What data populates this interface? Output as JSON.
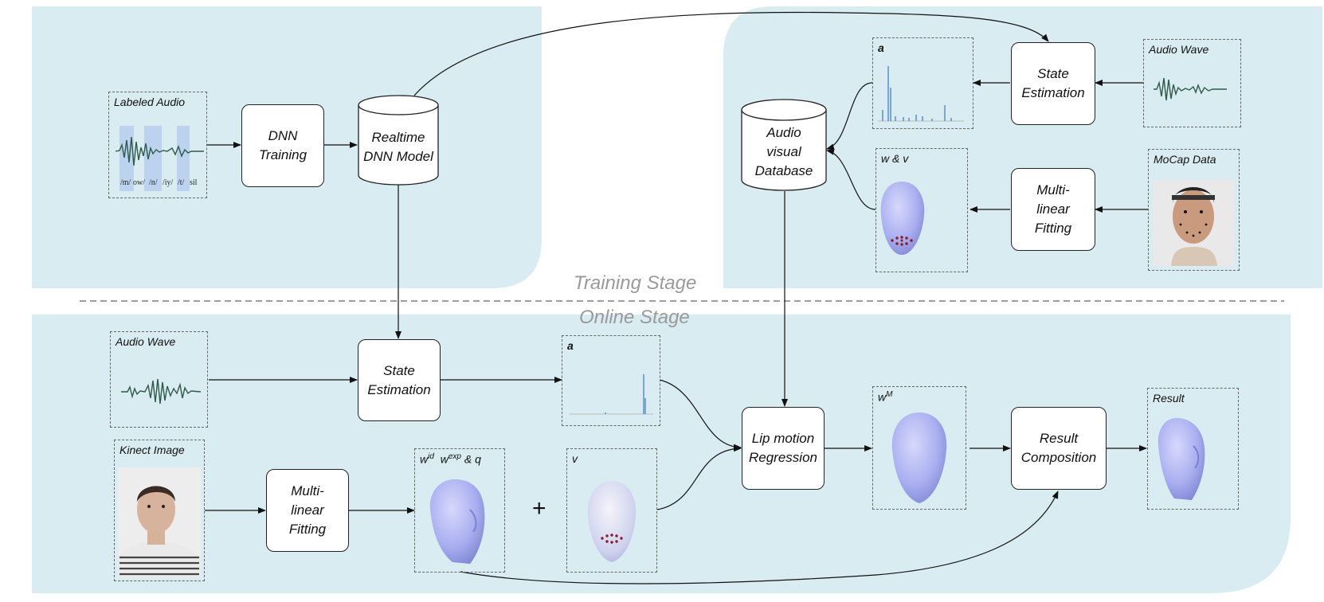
{
  "stages": {
    "training": "Training Stage",
    "online": "Online Stage"
  },
  "nodes": {
    "dnn_training": "DNN\nTraining",
    "realtime_dnn_model": "Realtime\nDNN Model",
    "state_estimation_train": "State\nEstimation",
    "audio_visual_database": "Audio\nvisual\nDatabase",
    "multilinear_fitting_train": "Multi-\nlinear\nFitting",
    "state_estimation_online": "State\nEstimation",
    "multilinear_fitting_online": "Multi-\nlinear\nFitting",
    "lip_motion_regression": "Lip motion\nRegression",
    "result_composition": "Result\nComposition"
  },
  "panels": {
    "labeled_audio": "Labeled Audio",
    "audio_wave_train": "Audio Wave",
    "a_train": "a",
    "wv": "w & v",
    "mocap": "MoCap Data",
    "audio_wave_online": "Audio Wave",
    "a_online": "a",
    "kinect": "Kinect Image",
    "wid_base": "w",
    "wid_sup": "id",
    "wexp_base": "w",
    "wexp_sup": "exp",
    "wexp_tail": " & q",
    "v": "v",
    "wm_base": "w",
    "wm_sup": "M",
    "result": "Result"
  },
  "phonemes": [
    "/m/",
    "ow/",
    "/n/",
    "/iy/",
    "/t/",
    "sil"
  ],
  "plus_sign": "+",
  "colors": {
    "region": "#d9ecf2",
    "node_border": "#222222",
    "face": "#a9aef0",
    "wave": "#2f5a48",
    "spike": "#5b8fc9",
    "stage_text": "#9a9a9a"
  }
}
